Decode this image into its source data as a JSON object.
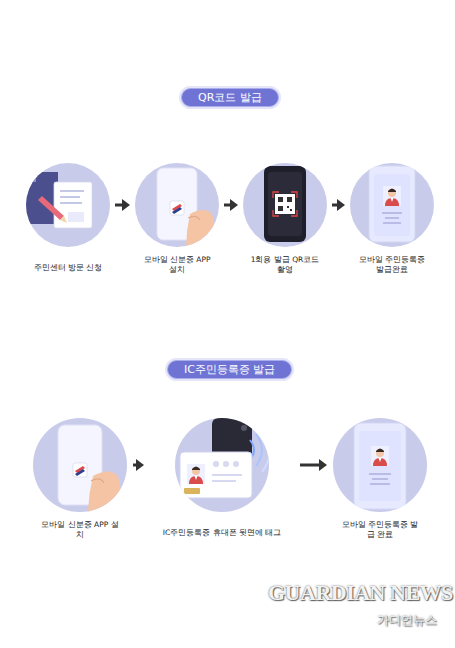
{
  "diagram": {
    "nodes": [
      {
        "text": [
          "QR코드 발급"
        ]
      },
      {
        "text": [
          "주민센터 방문 신청"
        ]
      },
      {
        "text": [
          "모바일 신분증 APP 설치"
        ]
      },
      {
        "text": [
          "1회용 발급 QR코드 촬영"
        ]
      },
      {
        "text": [
          "모바일 주민등록증 발급완료"
        ]
      },
      {
        "text": [
          "IC주민등록증 발급"
        ]
      },
      {
        "text": [
          "모바일 신분증 APP 설치"
        ]
      },
      {
        "text": [
          "IC주민등록증 휴대폰 뒷면에 태그"
        ]
      },
      {
        "text": [
          "모바일 주민등록증 발급 완료"
        ]
      }
    ],
    "edges": [
      {
        "from": 1,
        "to": 2,
        "arrow": "to"
      },
      {
        "from": 2,
        "to": 3,
        "arrow": "to"
      },
      {
        "from": 3,
        "to": 4,
        "arrow": "to"
      },
      {
        "from": 6,
        "to": 7,
        "arrow": "to"
      },
      {
        "from": 7,
        "to": 8,
        "arrow": "to"
      }
    ],
    "labels": [
      "GUARDIAN NEWS",
      "가디언뉴스"
    ]
  }
}
